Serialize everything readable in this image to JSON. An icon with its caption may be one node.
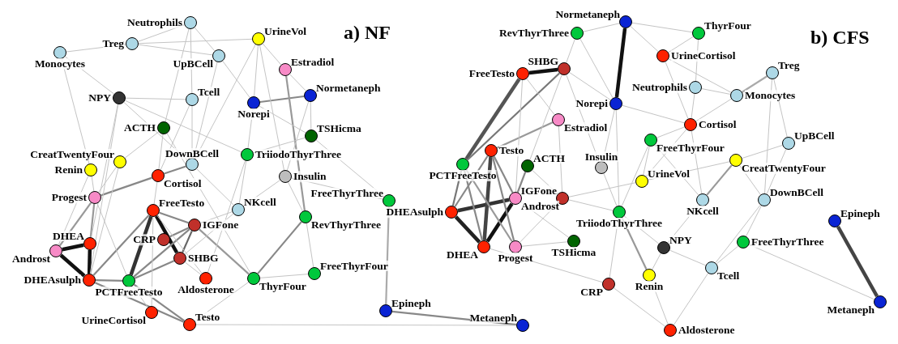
{
  "diagram": {
    "nodes": [
      {
        "text": [],
        "shape": "circle",
        "beside": [
          "Neutrophils"
        ]
      },
      {
        "text": [],
        "shape": "circle",
        "beside": [
          "Treg"
        ]
      },
      {
        "text": [],
        "shape": "circle",
        "beside": [
          "Monocytes"
        ]
      },
      {
        "text": [],
        "shape": "circle",
        "beside": [
          "UrineVol"
        ]
      },
      {
        "text": [],
        "shape": "circle",
        "beside": [
          "UpBCell"
        ]
      },
      {
        "text": [],
        "shape": "circle",
        "beside": [
          "Estradiol"
        ]
      },
      {
        "text": [],
        "shape": "circle",
        "beside": [
          "NPY"
        ]
      },
      {
        "text": [],
        "shape": "circle",
        "beside": [
          "Tcell"
        ]
      },
      {
        "text": [],
        "shape": "circle",
        "beside": [
          "Norepi"
        ]
      },
      {
        "text": [],
        "shape": "circle",
        "beside": [
          "Normetaneph"
        ]
      },
      {
        "text": [],
        "shape": "circle",
        "beside": [
          "ACTH"
        ]
      },
      {
        "text": [],
        "shape": "circle",
        "beside": [
          "TSHicma"
        ]
      },
      {
        "text": [],
        "shape": "circle",
        "beside": [
          "CreatTwentyFour"
        ]
      },
      {
        "text": [],
        "shape": "circle",
        "beside": [
          "Renin"
        ]
      },
      {
        "text": [],
        "shape": "circle",
        "beside": [
          "DownBCell"
        ]
      },
      {
        "text": [],
        "shape": "circle",
        "beside": [
          "TriiodoThyrThree"
        ]
      },
      {
        "text": [],
        "shape": "circle",
        "beside": [
          "Insulin"
        ]
      },
      {
        "text": [],
        "shape": "circle",
        "beside": [
          "Cortisol"
        ]
      },
      {
        "text": [],
        "shape": "circle",
        "beside": [
          "Progest"
        ]
      },
      {
        "text": [],
        "shape": "circle",
        "beside": [
          "FreeTesto"
        ]
      },
      {
        "text": [],
        "shape": "circle",
        "beside": [
          "NKcell"
        ]
      },
      {
        "text": [],
        "shape": "circle",
        "beside": [
          "FreeThyrThree"
        ]
      },
      {
        "text": [],
        "shape": "circle",
        "beside": [
          "IGFone"
        ]
      },
      {
        "text": [],
        "shape": "circle",
        "beside": [
          "RevThyrThree"
        ]
      },
      {
        "text": [],
        "shape": "circle",
        "beside": [
          "DHEA"
        ]
      },
      {
        "text": [],
        "shape": "circle",
        "beside": [
          "CRP"
        ]
      },
      {
        "text": [],
        "shape": "circle",
        "beside": [
          "Androst"
        ]
      },
      {
        "text": [],
        "shape": "circle",
        "beside": [
          "SHBG"
        ]
      },
      {
        "text": [],
        "shape": "circle",
        "beside": [
          "FreeThyrFour"
        ]
      },
      {
        "text": [],
        "shape": "circle",
        "beside": [
          "DHEAsulph"
        ]
      },
      {
        "text": [],
        "shape": "circle",
        "beside": [
          "PCTFreeTesto"
        ]
      },
      {
        "text": [],
        "shape": "circle",
        "beside": [
          "Aldosterone"
        ]
      },
      {
        "text": [],
        "shape": "circle",
        "beside": [
          "ThyrFour"
        ]
      },
      {
        "text": [],
        "shape": "circle",
        "beside": [
          "UrineCortisol"
        ]
      },
      {
        "text": [],
        "shape": "circle",
        "beside": [
          "Testo"
        ]
      },
      {
        "text": [],
        "shape": "circle",
        "beside": [
          "Epineph"
        ]
      },
      {
        "text": [],
        "shape": "circle",
        "beside": [
          "Metaneph"
        ]
      },
      {
        "text": [],
        "shape": "circle",
        "beside": [
          "Normetaneph"
        ]
      },
      {
        "text": [],
        "shape": "circle",
        "beside": [
          "RevThyrThree"
        ]
      },
      {
        "text": [],
        "shape": "circle",
        "beside": [
          "ThyrFour"
        ]
      },
      {
        "text": [],
        "shape": "circle",
        "beside": [
          "UrineCortisol"
        ]
      },
      {
        "text": [],
        "shape": "circle",
        "beside": [
          "SHBG"
        ]
      },
      {
        "text": [],
        "shape": "circle",
        "beside": [
          "FreeTesto"
        ]
      },
      {
        "text": [],
        "shape": "circle",
        "beside": [
          "Treg"
        ]
      },
      {
        "text": [],
        "shape": "circle",
        "beside": [
          "Neutrophils"
        ]
      },
      {
        "text": [],
        "shape": "circle",
        "beside": [
          "Monocytes"
        ]
      },
      {
        "text": [],
        "shape": "circle",
        "beside": [
          "Norepi"
        ]
      },
      {
        "text": [],
        "shape": "circle",
        "beside": [
          "Estradiol"
        ]
      },
      {
        "text": [],
        "shape": "circle",
        "beside": [
          "Cortisol"
        ]
      },
      {
        "text": [],
        "shape": "circle",
        "beside": [
          "UpBCell"
        ]
      },
      {
        "text": [],
        "shape": "circle",
        "beside": [
          "FreeThyrFour"
        ]
      },
      {
        "text": [],
        "shape": "circle",
        "beside": [
          "Testo"
        ]
      },
      {
        "text": [],
        "shape": "circle",
        "beside": [
          "ACTH"
        ]
      },
      {
        "text": [],
        "shape": "circle",
        "beside": [
          "Insulin"
        ]
      },
      {
        "text": [],
        "shape": "circle",
        "beside": [
          "CreatTwentyFour"
        ]
      },
      {
        "text": [],
        "shape": "circle",
        "beside": [
          "PCTFreeTesto"
        ]
      },
      {
        "text": [],
        "shape": "circle",
        "beside": [
          "UrineVol"
        ]
      },
      {
        "text": [],
        "shape": "circle",
        "beside": [
          "IGFone"
        ]
      },
      {
        "text": [],
        "shape": "circle",
        "beside": [
          "DHEAsulph"
        ]
      },
      {
        "text": [],
        "shape": "circle",
        "beside": [
          "Androst"
        ]
      },
      {
        "text": [],
        "shape": "circle",
        "beside": [
          "DownBCell"
        ]
      },
      {
        "text": [],
        "shape": "circle",
        "beside": [
          "NKcell"
        ]
      },
      {
        "text": [],
        "shape": "circle",
        "beside": [
          "TriiodoThyrThree"
        ]
      },
      {
        "text": [],
        "shape": "circle",
        "beside": [
          "Epineph"
        ]
      },
      {
        "text": [],
        "shape": "circle",
        "beside": [
          "Progest"
        ]
      },
      {
        "text": [],
        "shape": "circle",
        "beside": [
          "DHEA"
        ]
      },
      {
        "text": [],
        "shape": "circle",
        "beside": [
          "TSHicma"
        ]
      },
      {
        "text": [],
        "shape": "circle",
        "beside": [
          "NPY"
        ]
      },
      {
        "text": [],
        "shape": "circle",
        "beside": [
          "FreeThyrThree"
        ]
      },
      {
        "text": [],
        "shape": "circle",
        "beside": [
          "Tcell"
        ]
      },
      {
        "text": [],
        "shape": "circle",
        "beside": [
          "Renin"
        ]
      },
      {
        "text": [],
        "shape": "circle",
        "beside": [
          "CRP"
        ]
      },
      {
        "text": [],
        "shape": "circle",
        "beside": [
          "Metaneph"
        ]
      },
      {
        "text": [],
        "shape": "circle",
        "beside": [
          "Aldosterone"
        ]
      }
    ],
    "edges": [
      {
        "from": 26,
        "to": 24,
        "arrow": "none",
        "style": "thick",
        "color": "#111111"
      },
      {
        "from": 26,
        "to": 29,
        "arrow": "none",
        "style": "thick",
        "color": "#111111"
      },
      {
        "from": 24,
        "to": 29,
        "arrow": "none",
        "style": "thick",
        "color": "#111111"
      },
      {
        "from": 19,
        "to": 27,
        "arrow": "none",
        "style": "thick",
        "color": "#111111"
      },
      {
        "from": 19,
        "to": 30,
        "arrow": "none",
        "style": "thick",
        "color": "#333333"
      },
      {
        "from": 18,
        "to": 17,
        "arrow": "none",
        "color": "#888888"
      },
      {
        "from": 17,
        "to": 14,
        "arrow": "none",
        "color": "#888888"
      },
      {
        "from": 9,
        "to": 8,
        "arrow": "none",
        "color": "#888888"
      },
      {
        "from": 23,
        "to": 32,
        "arrow": "none",
        "color": "#888888"
      },
      {
        "from": 22,
        "to": 27,
        "arrow": "none",
        "color": "#666666"
      },
      {
        "from": 30,
        "to": 34,
        "arrow": "none",
        "color": "#888888"
      },
      {
        "from": 29,
        "to": 34,
        "arrow": "none",
        "color": "#888888"
      },
      {
        "from": 19,
        "to": 29,
        "arrow": "none",
        "color": "#888888"
      },
      {
        "from": 35,
        "to": 36,
        "arrow": "none",
        "color": "#888888"
      },
      {
        "from": 21,
        "to": 35,
        "arrow": "none",
        "color": "#aaaaaa"
      },
      {
        "from": 22,
        "to": 19,
        "arrow": "none",
        "color": "#888888"
      },
      {
        "from": 25,
        "to": 22,
        "arrow": "none",
        "color": "#888888"
      },
      {
        "from": 30,
        "to": 22,
        "arrow": "none",
        "color": "#888888"
      },
      {
        "from": 5,
        "to": 23,
        "arrow": "none",
        "color": "#999999"
      },
      {
        "from": 24,
        "to": 18,
        "arrow": "none",
        "color": "#999999"
      },
      {
        "from": 26,
        "to": 18,
        "arrow": "none",
        "color": "#999999"
      },
      {
        "from": 30,
        "to": 27,
        "arrow": "none",
        "color": "#888888"
      },
      {
        "from": 29,
        "to": 30,
        "arrow": "none",
        "color": "#888888"
      },
      {
        "from": 22,
        "to": 32,
        "arrow": "none",
        "color": "#999999"
      },
      {
        "from": 1,
        "to": 0,
        "arrow": "none"
      },
      {
        "from": 1,
        "to": 3,
        "arrow": "none"
      },
      {
        "from": 1,
        "to": 4,
        "arrow": "none"
      },
      {
        "from": 2,
        "to": 1,
        "arrow": "none"
      },
      {
        "from": 2,
        "to": 6,
        "arrow": "none"
      },
      {
        "from": 2,
        "to": 13,
        "arrow": "none"
      },
      {
        "from": 0,
        "to": 4,
        "arrow": "none"
      },
      {
        "from": 0,
        "to": 7,
        "arrow": "none"
      },
      {
        "from": 0,
        "to": 10,
        "arrow": "none"
      },
      {
        "from": 4,
        "to": 8,
        "arrow": "none"
      },
      {
        "from": 4,
        "to": 14,
        "arrow": "none"
      },
      {
        "from": 3,
        "to": 8,
        "arrow": "none"
      },
      {
        "from": 3,
        "to": 14,
        "arrow": "none"
      },
      {
        "from": 3,
        "to": 16,
        "arrow": "none"
      },
      {
        "from": 5,
        "to": 9,
        "arrow": "none"
      },
      {
        "from": 6,
        "to": 7,
        "arrow": "none"
      },
      {
        "from": 6,
        "to": 14,
        "arrow": "none"
      },
      {
        "from": 6,
        "to": 15,
        "arrow": "none"
      },
      {
        "from": 6,
        "to": 24,
        "arrow": "none"
      },
      {
        "from": 7,
        "to": 14,
        "arrow": "none"
      },
      {
        "from": 7,
        "to": 17,
        "arrow": "none"
      },
      {
        "from": 9,
        "to": 11,
        "arrow": "none"
      },
      {
        "from": 9,
        "to": 16,
        "arrow": "none"
      },
      {
        "from": 11,
        "to": 21,
        "arrow": "none"
      },
      {
        "from": 11,
        "to": 15,
        "arrow": "none"
      },
      {
        "from": 10,
        "to": 12,
        "arrow": "none"
      },
      {
        "from": 10,
        "to": 17,
        "arrow": "none"
      },
      {
        "from": 12,
        "to": 18,
        "arrow": "none"
      },
      {
        "from": 13,
        "to": 18,
        "arrow": "none"
      },
      {
        "from": 13,
        "to": 26,
        "arrow": "none"
      },
      {
        "from": 14,
        "to": 20,
        "arrow": "none"
      },
      {
        "from": 15,
        "to": 20,
        "arrow": "none"
      },
      {
        "from": 15,
        "to": 31,
        "arrow": "none"
      },
      {
        "from": 16,
        "to": 20,
        "arrow": "none"
      },
      {
        "from": 16,
        "to": 21,
        "arrow": "none"
      },
      {
        "from": 16,
        "to": 23,
        "arrow": "none"
      },
      {
        "from": 17,
        "to": 19,
        "arrow": "none"
      },
      {
        "from": 18,
        "to": 30,
        "arrow": "none"
      },
      {
        "from": 20,
        "to": 22,
        "arrow": "none"
      },
      {
        "from": 20,
        "to": 27,
        "arrow": "none"
      },
      {
        "from": 23,
        "to": 28,
        "arrow": "none"
      },
      {
        "from": 28,
        "to": 32,
        "arrow": "none"
      },
      {
        "from": 32,
        "to": 34,
        "arrow": "none"
      },
      {
        "from": 33,
        "to": 30,
        "arrow": "none"
      },
      {
        "from": 33,
        "to": 19,
        "arrow": "none"
      },
      {
        "from": 34,
        "to": 36,
        "arrow": "none"
      },
      {
        "from": 31,
        "to": 27,
        "arrow": "none"
      },
      {
        "from": 31,
        "to": 19,
        "arrow": "none"
      },
      {
        "from": 12,
        "to": 29,
        "arrow": "none"
      },
      {
        "from": 6,
        "to": 29,
        "arrow": "none"
      },
      {
        "from": 10,
        "to": 32,
        "arrow": "none"
      },
      {
        "from": 8,
        "to": 11,
        "arrow": "none"
      },
      {
        "from": 8,
        "to": 15,
        "arrow": "none"
      },
      {
        "from": 3,
        "to": 5,
        "arrow": "none"
      },
      {
        "from": 37,
        "to": 46,
        "arrow": "none",
        "style": "thick",
        "color": "#111111"
      },
      {
        "from": 42,
        "to": 41,
        "arrow": "none",
        "style": "thick",
        "color": "#111111"
      },
      {
        "from": 59,
        "to": 65,
        "arrow": "none",
        "style": "thick",
        "color": "#111111"
      },
      {
        "from": 58,
        "to": 65,
        "arrow": "none",
        "style": "thick",
        "color": "#222222"
      },
      {
        "from": 58,
        "to": 59,
        "arrow": "none",
        "style": "thick",
        "color": "#333333"
      },
      {
        "from": 42,
        "to": 55,
        "arrow": "none",
        "style": "thick",
        "color": "#555555"
      },
      {
        "from": 51,
        "to": 65,
        "arrow": "none",
        "style": "thick",
        "color": "#444444"
      },
      {
        "from": 63,
        "to": 72,
        "arrow": "none",
        "style": "thick",
        "color": "#444444"
      },
      {
        "from": 41,
        "to": 55,
        "arrow": "none",
        "color": "#777777"
      },
      {
        "from": 51,
        "to": 64,
        "arrow": "none",
        "color": "#888888"
      },
      {
        "from": 55,
        "to": 58,
        "arrow": "none",
        "color": "#777777"
      },
      {
        "from": 51,
        "to": 59,
        "arrow": "none",
        "color": "#888888"
      },
      {
        "from": 47,
        "to": 51,
        "arrow": "none",
        "color": "#999999"
      },
      {
        "from": 52,
        "to": 59,
        "arrow": "none",
        "color": "#888888"
      },
      {
        "from": 62,
        "to": 70,
        "arrow": "none",
        "color": "#999999"
      },
      {
        "from": 54,
        "to": 61,
        "arrow": "none",
        "color": "#999999"
      },
      {
        "from": 43,
        "to": 45,
        "arrow": "none",
        "color": "#aaaaaa"
      },
      {
        "from": 55,
        "to": 64,
        "arrow": "none",
        "color": "#999999"
      },
      {
        "from": 55,
        "to": 65,
        "arrow": "none",
        "color": "#888888"
      },
      {
        "from": 51,
        "to": 58,
        "arrow": "none",
        "color": "#888888"
      },
      {
        "from": 37,
        "to": 38,
        "arrow": "none"
      },
      {
        "from": 37,
        "to": 39,
        "arrow": "none"
      },
      {
        "from": 37,
        "to": 40,
        "arrow": "none"
      },
      {
        "from": 38,
        "to": 41,
        "arrow": "none"
      },
      {
        "from": 38,
        "to": 46,
        "arrow": "none"
      },
      {
        "from": 41,
        "to": 52,
        "arrow": "none"
      },
      {
        "from": 39,
        "to": 40,
        "arrow": "none"
      },
      {
        "from": 39,
        "to": 44,
        "arrow": "none"
      },
      {
        "from": 40,
        "to": 48,
        "arrow": "none"
      },
      {
        "from": 40,
        "to": 45,
        "arrow": "none"
      },
      {
        "from": 42,
        "to": 47,
        "arrow": "none"
      },
      {
        "from": 42,
        "to": 59,
        "arrow": "none"
      },
      {
        "from": 41,
        "to": 46,
        "arrow": "none"
      },
      {
        "from": 41,
        "to": 53,
        "arrow": "none"
      },
      {
        "from": 43,
        "to": 49,
        "arrow": "none"
      },
      {
        "from": 43,
        "to": 60,
        "arrow": "none"
      },
      {
        "from": 44,
        "to": 45,
        "arrow": "none"
      },
      {
        "from": 44,
        "to": 48,
        "arrow": "none"
      },
      {
        "from": 45,
        "to": 48,
        "arrow": "none"
      },
      {
        "from": 46,
        "to": 48,
        "arrow": "none"
      },
      {
        "from": 46,
        "to": 53,
        "arrow": "none"
      },
      {
        "from": 46,
        "to": 62,
        "arrow": "none"
      },
      {
        "from": 47,
        "to": 57,
        "arrow": "none"
      },
      {
        "from": 48,
        "to": 50,
        "arrow": "none"
      },
      {
        "from": 48,
        "to": 56,
        "arrow": "none"
      },
      {
        "from": 48,
        "to": 61,
        "arrow": "none"
      },
      {
        "from": 49,
        "to": 54,
        "arrow": "none"
      },
      {
        "from": 49,
        "to": 60,
        "arrow": "none"
      },
      {
        "from": 50,
        "to": 56,
        "arrow": "none"
      },
      {
        "from": 50,
        "to": 62,
        "arrow": "none"
      },
      {
        "from": 50,
        "to": 61,
        "arrow": "none"
      },
      {
        "from": 54,
        "to": 60,
        "arrow": "none"
      },
      {
        "from": 54,
        "to": 56,
        "arrow": "none"
      },
      {
        "from": 56,
        "to": 57,
        "arrow": "none"
      },
      {
        "from": 57,
        "to": 62,
        "arrow": "none"
      },
      {
        "from": 57,
        "to": 64,
        "arrow": "none"
      },
      {
        "from": 59,
        "to": 66,
        "arrow": "none"
      },
      {
        "from": 60,
        "to": 68,
        "arrow": "none"
      },
      {
        "from": 60,
        "to": 69,
        "arrow": "none"
      },
      {
        "from": 61,
        "to": 67,
        "arrow": "none"
      },
      {
        "from": 62,
        "to": 71,
        "arrow": "none"
      },
      {
        "from": 62,
        "to": 67,
        "arrow": "none"
      },
      {
        "from": 64,
        "to": 66,
        "arrow": "none"
      },
      {
        "from": 65,
        "to": 71,
        "arrow": "none"
      },
      {
        "from": 67,
        "to": 70,
        "arrow": "none"
      },
      {
        "from": 67,
        "to": 69,
        "arrow": "none"
      },
      {
        "from": 68,
        "to": 72,
        "arrow": "none"
      },
      {
        "from": 68,
        "to": 69,
        "arrow": "none"
      },
      {
        "from": 70,
        "to": 73,
        "arrow": "none"
      },
      {
        "from": 71,
        "to": 73,
        "arrow": "none"
      },
      {
        "from": 69,
        "to": 73,
        "arrow": "none"
      },
      {
        "from": 53,
        "to": 62,
        "arrow": "none"
      },
      {
        "from": 52,
        "to": 57,
        "arrow": "none"
      }
    ],
    "labels": [
      "a) NF",
      "b) CFS"
    ]
  }
}
